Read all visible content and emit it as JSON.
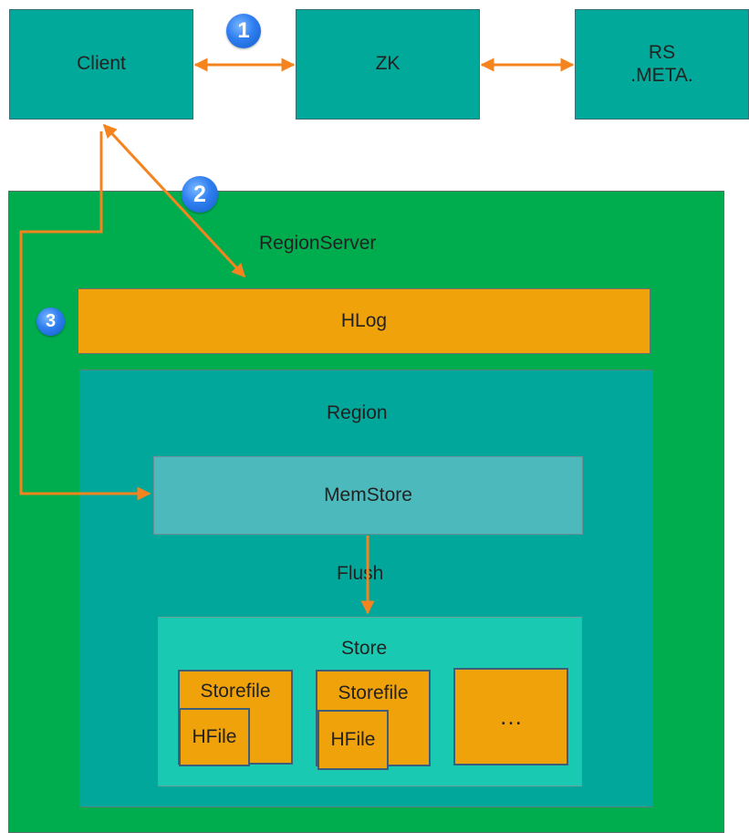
{
  "nodes": {
    "client": "Client",
    "zk": "ZK",
    "rs_meta_line1": "RS",
    "rs_meta_line2": ".META.",
    "region_server": "RegionServer",
    "hlog": "HLog",
    "region": "Region",
    "memstore": "MemStore",
    "flush": "Flush",
    "store": "Store",
    "storefile_1": "Storefile",
    "hfile_1": "HFile",
    "storefile_2": "Storefile",
    "hfile_2": "HFile",
    "more": "…"
  },
  "steps": [
    "1",
    "2",
    "3"
  ],
  "colors": {
    "teal_box": "#00a99a",
    "regionserver_bg": "#00ad4e",
    "orange": "#f0a20b",
    "region_bg": "#00a79a",
    "memstore_bg": "#4cbabd",
    "store_bg": "#19c9b1",
    "arrow": "#f5841f",
    "badge": "#2f7ef0"
  }
}
